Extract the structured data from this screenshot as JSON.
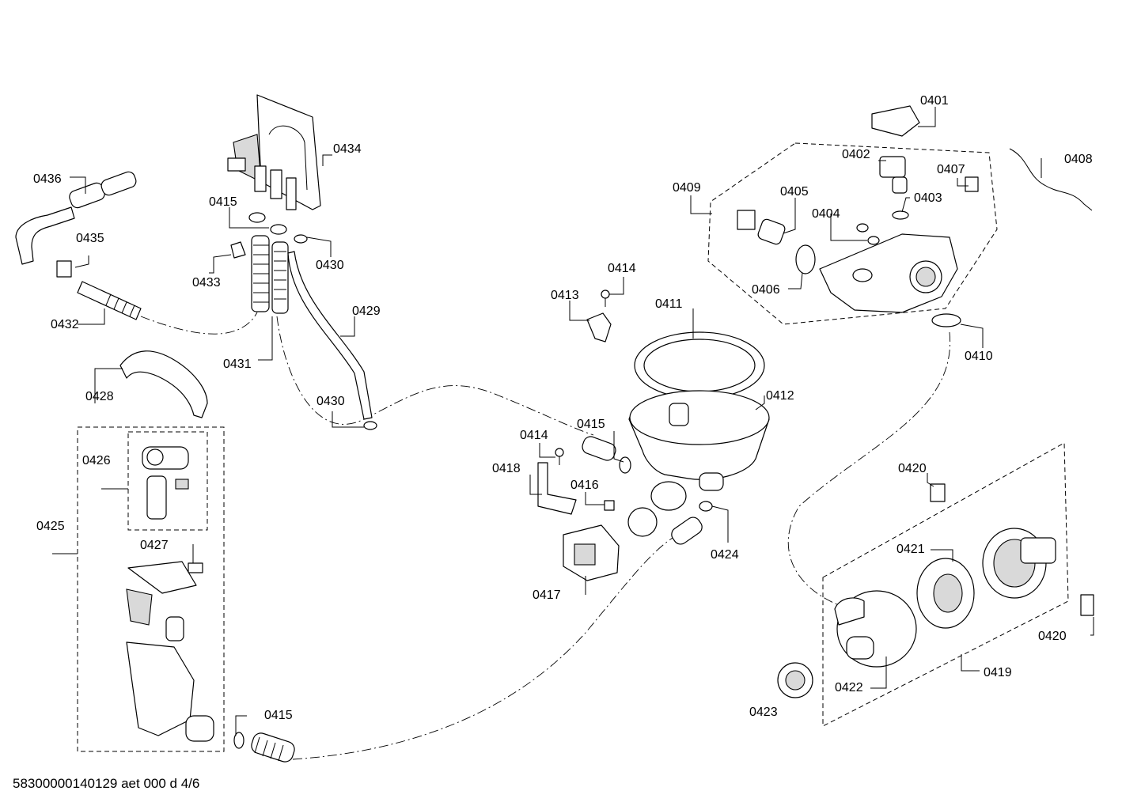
{
  "diagram": {
    "footer": "58300000140129 aet 000 d 4/6",
    "part_labels": {
      "p0401": "0401",
      "p0402": "0402",
      "p0403": "0403",
      "p0404": "0404",
      "p0405": "0405",
      "p0406": "0406",
      "p0407": "0407",
      "p0408": "0408",
      "p0409": "0409",
      "p0410": "0410",
      "p0411": "0411",
      "p0412": "0412",
      "p0413": "0413",
      "p0414_a": "0414",
      "p0414_b": "0414",
      "p0415_a": "0415",
      "p0415_b": "0415",
      "p0415_c": "0415",
      "p0416": "0416",
      "p0417": "0417",
      "p0418": "0418",
      "p0419": "0419",
      "p0420_a": "0420",
      "p0420_b": "0420",
      "p0421": "0421",
      "p0422": "0422",
      "p0423": "0423",
      "p0424": "0424",
      "p0425": "0425",
      "p0426": "0426",
      "p0427": "0427",
      "p0428": "0428",
      "p0429": "0429",
      "p0430_a": "0430",
      "p0430_b": "0430",
      "p0431": "0431",
      "p0432": "0432",
      "p0433": "0433",
      "p0434": "0434",
      "p0435": "0435",
      "p0436": "0436"
    }
  }
}
